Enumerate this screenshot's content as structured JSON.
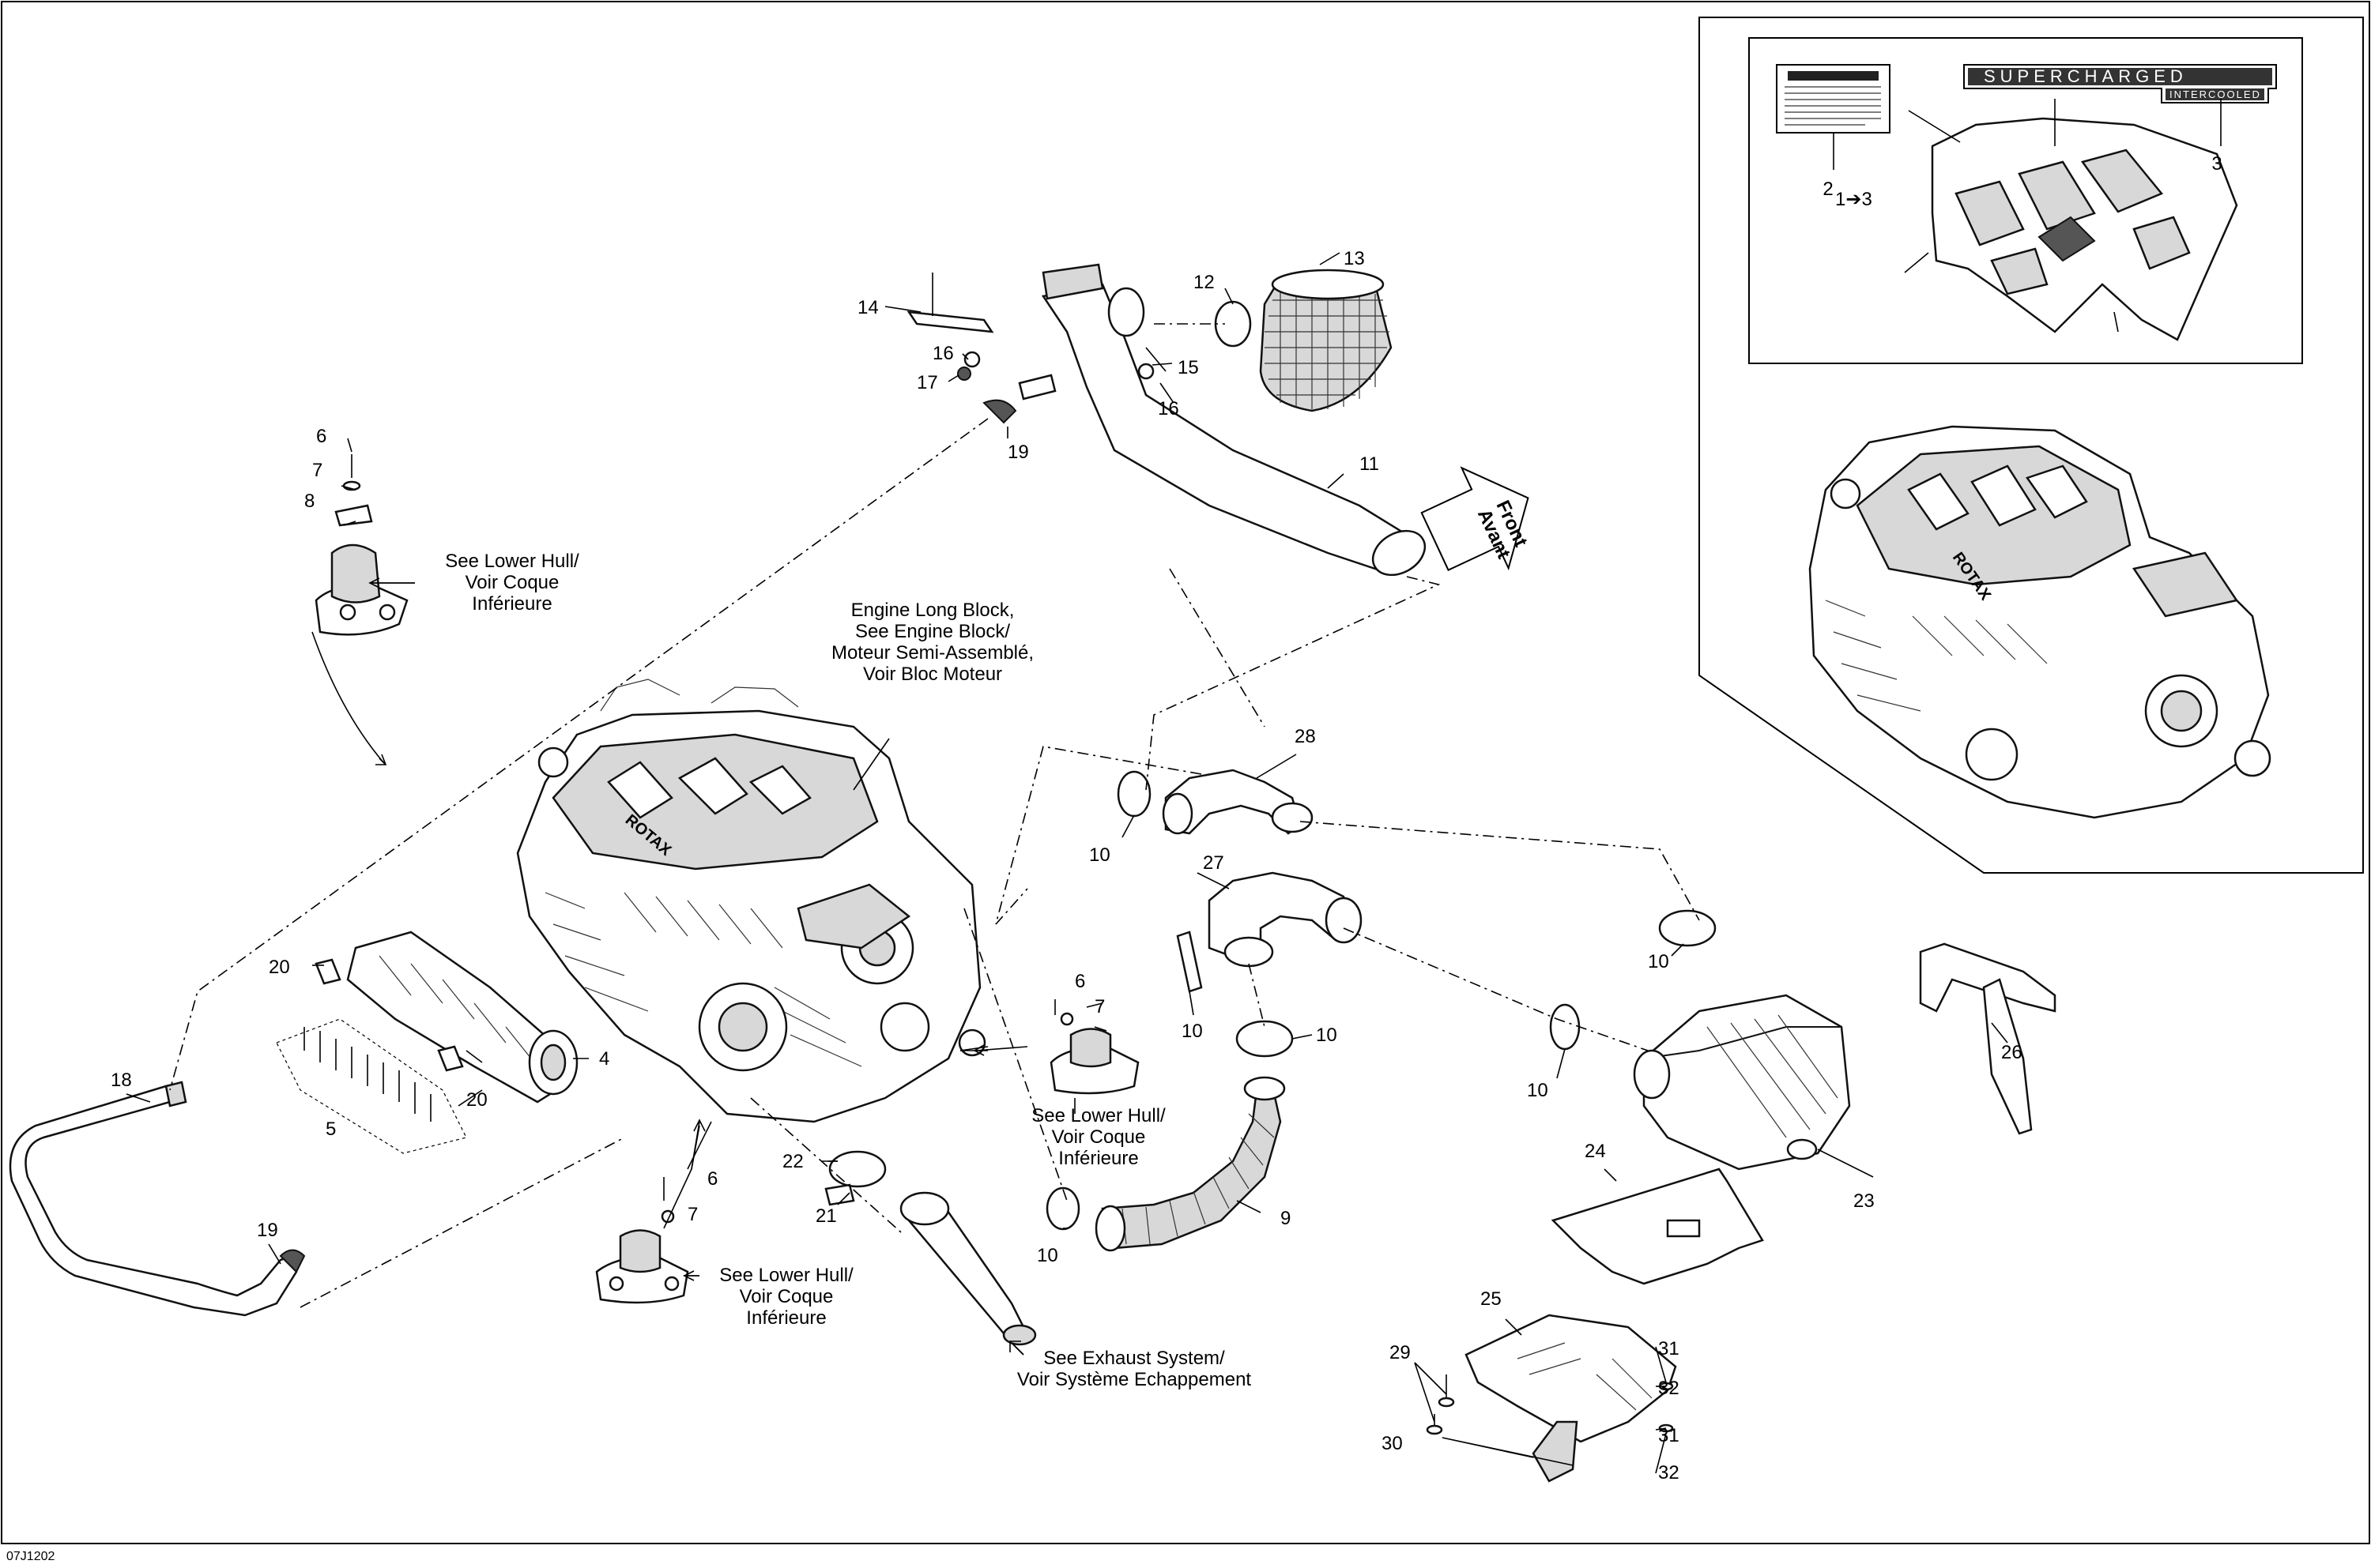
{
  "diagram": {
    "code": "07J1202",
    "callouts": [
      "1➔3",
      "2",
      "3",
      "4",
      "5",
      "6",
      "7",
      "8",
      "9",
      "10",
      "11",
      "12",
      "13",
      "14",
      "15",
      "16",
      "17",
      "18",
      "19",
      "20",
      "21",
      "22",
      "23",
      "24",
      "25",
      "26",
      "27",
      "28",
      "29",
      "30",
      "31",
      "32"
    ],
    "notes": {
      "engine_long_block": [
        "Engine Long Block,",
        "See Engine Block/",
        "Moteur Semi-Assemblé,",
        "Voir Bloc Moteur"
      ],
      "lower_hull": [
        "See Lower Hull/",
        "Voir Coque",
        "Inférieure"
      ],
      "exhaust": [
        "See Exhaust System/",
        "Voir Système Echappement"
      ],
      "front": [
        "Front",
        "Avant"
      ]
    },
    "decal": {
      "main": "SUPERCHARGED",
      "sub": "INTERCOOLED"
    },
    "engine_logo": "ROTAX"
  }
}
